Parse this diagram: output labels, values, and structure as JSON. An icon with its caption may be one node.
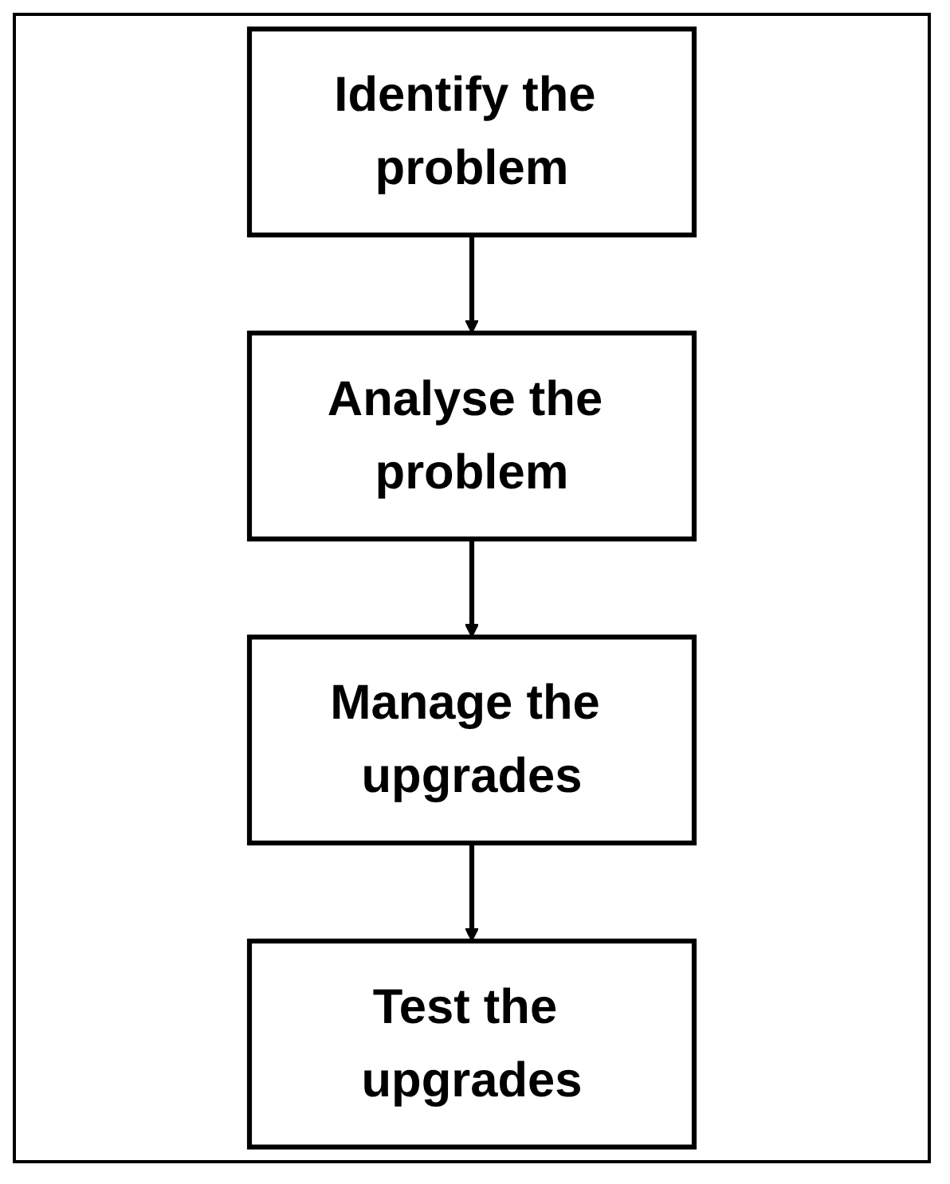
{
  "diagram": {
    "nodes": [
      {
        "text": [
          "Identify the problem"
        ]
      },
      {
        "text": [
          "Analyse the problem"
        ]
      },
      {
        "text": [
          "Manage the upgrades"
        ]
      },
      {
        "text": [
          "Test the upgrades"
        ]
      }
    ],
    "edges": [
      {
        "from": 0,
        "to": 1,
        "arrow": "to"
      },
      {
        "from": 1,
        "to": 2,
        "arrow": "to"
      },
      {
        "from": 2,
        "to": 3,
        "arrow": "to"
      }
    ]
  }
}
